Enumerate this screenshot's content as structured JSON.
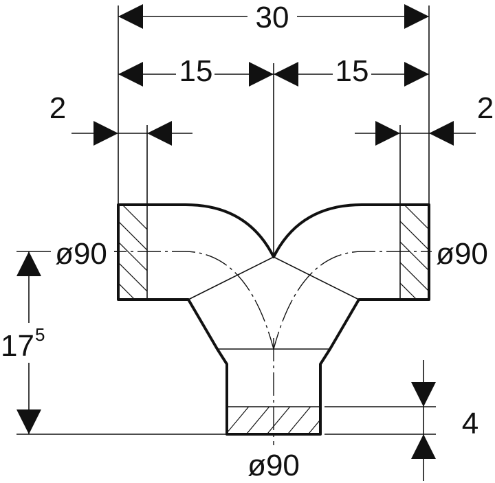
{
  "dimensions": {
    "total_width": "30",
    "half_width_left": "15",
    "half_width_right": "15",
    "wall_left": "2",
    "wall_right": "2",
    "inlet_left_diameter": "ø90",
    "inlet_right_diameter": "ø90",
    "outlet_diameter": "ø90",
    "height_main": "17",
    "height_sup": "5",
    "spigot_depth": "4"
  }
}
